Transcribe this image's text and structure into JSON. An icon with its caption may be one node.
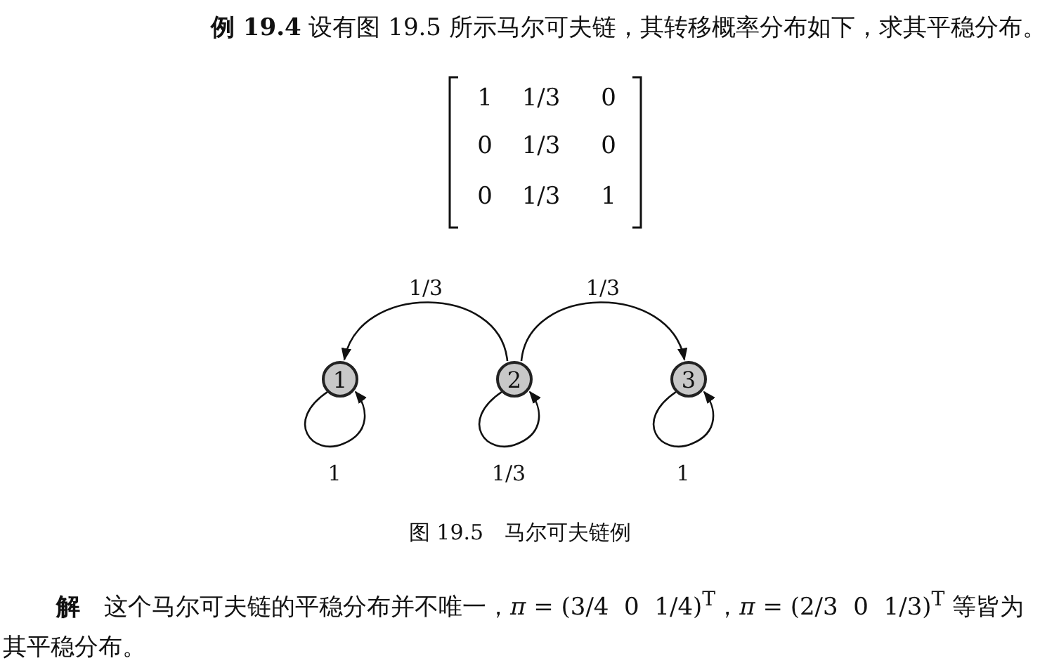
{
  "diagram": {
    "title": "**例 19.4** 设有图 19.5 所示马尔可夫链，其转移概率分布如下，求其平稳分布。",
    "caption": "图 19.5　马尔可夫链例",
    "nodes": [
      {
        "text": [
          "1"
        ]
      },
      {
        "text": [
          "2"
        ]
      },
      {
        "text": [
          "3"
        ]
      }
    ],
    "edges": [
      {
        "from": 1,
        "to": 0,
        "arrow": "to",
        "label": "1/3"
      },
      {
        "from": 1,
        "to": 2,
        "arrow": "to",
        "label": "1/3"
      },
      {
        "from": 0,
        "to": 0,
        "arrow": "to",
        "label": "1"
      },
      {
        "from": 1,
        "to": 1,
        "arrow": "to",
        "label": "1/3"
      },
      {
        "from": 2,
        "to": 2,
        "arrow": "to",
        "label": "1"
      }
    ],
    "labels": [
      "1",
      "1/3",
      "0",
      "0",
      "1/3",
      "0",
      "0",
      "1/3",
      "1",
      "**解**　这个马尔可夫链的平稳分布并不唯一，*π* = (3/4  0  1/4)$^{T}$，*π* = (2/3  0  1/3)$^{T}$ 等皆为其平稳分布。"
    ]
  }
}
